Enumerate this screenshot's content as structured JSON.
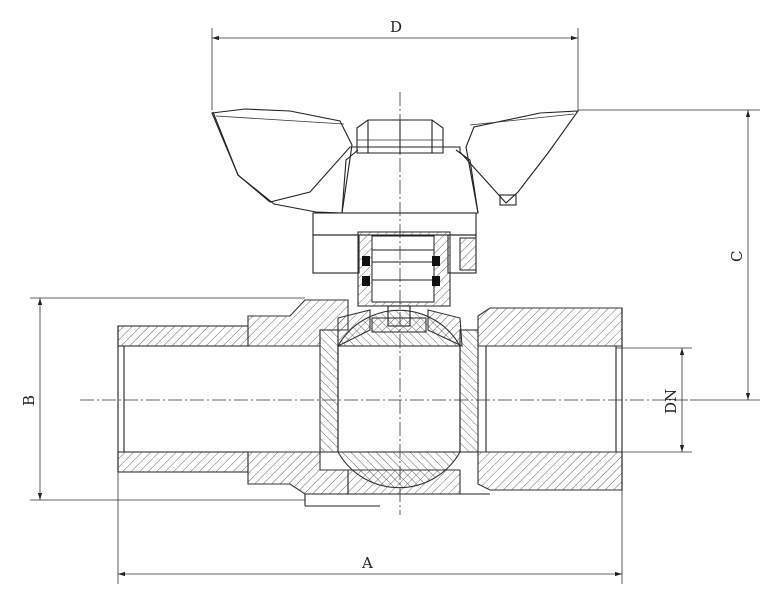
{
  "dimensions": {
    "overall_length": "A",
    "height_center_to_top": "C",
    "handle_width": "D",
    "body_height": "B",
    "nominal_diameter": "DN"
  }
}
